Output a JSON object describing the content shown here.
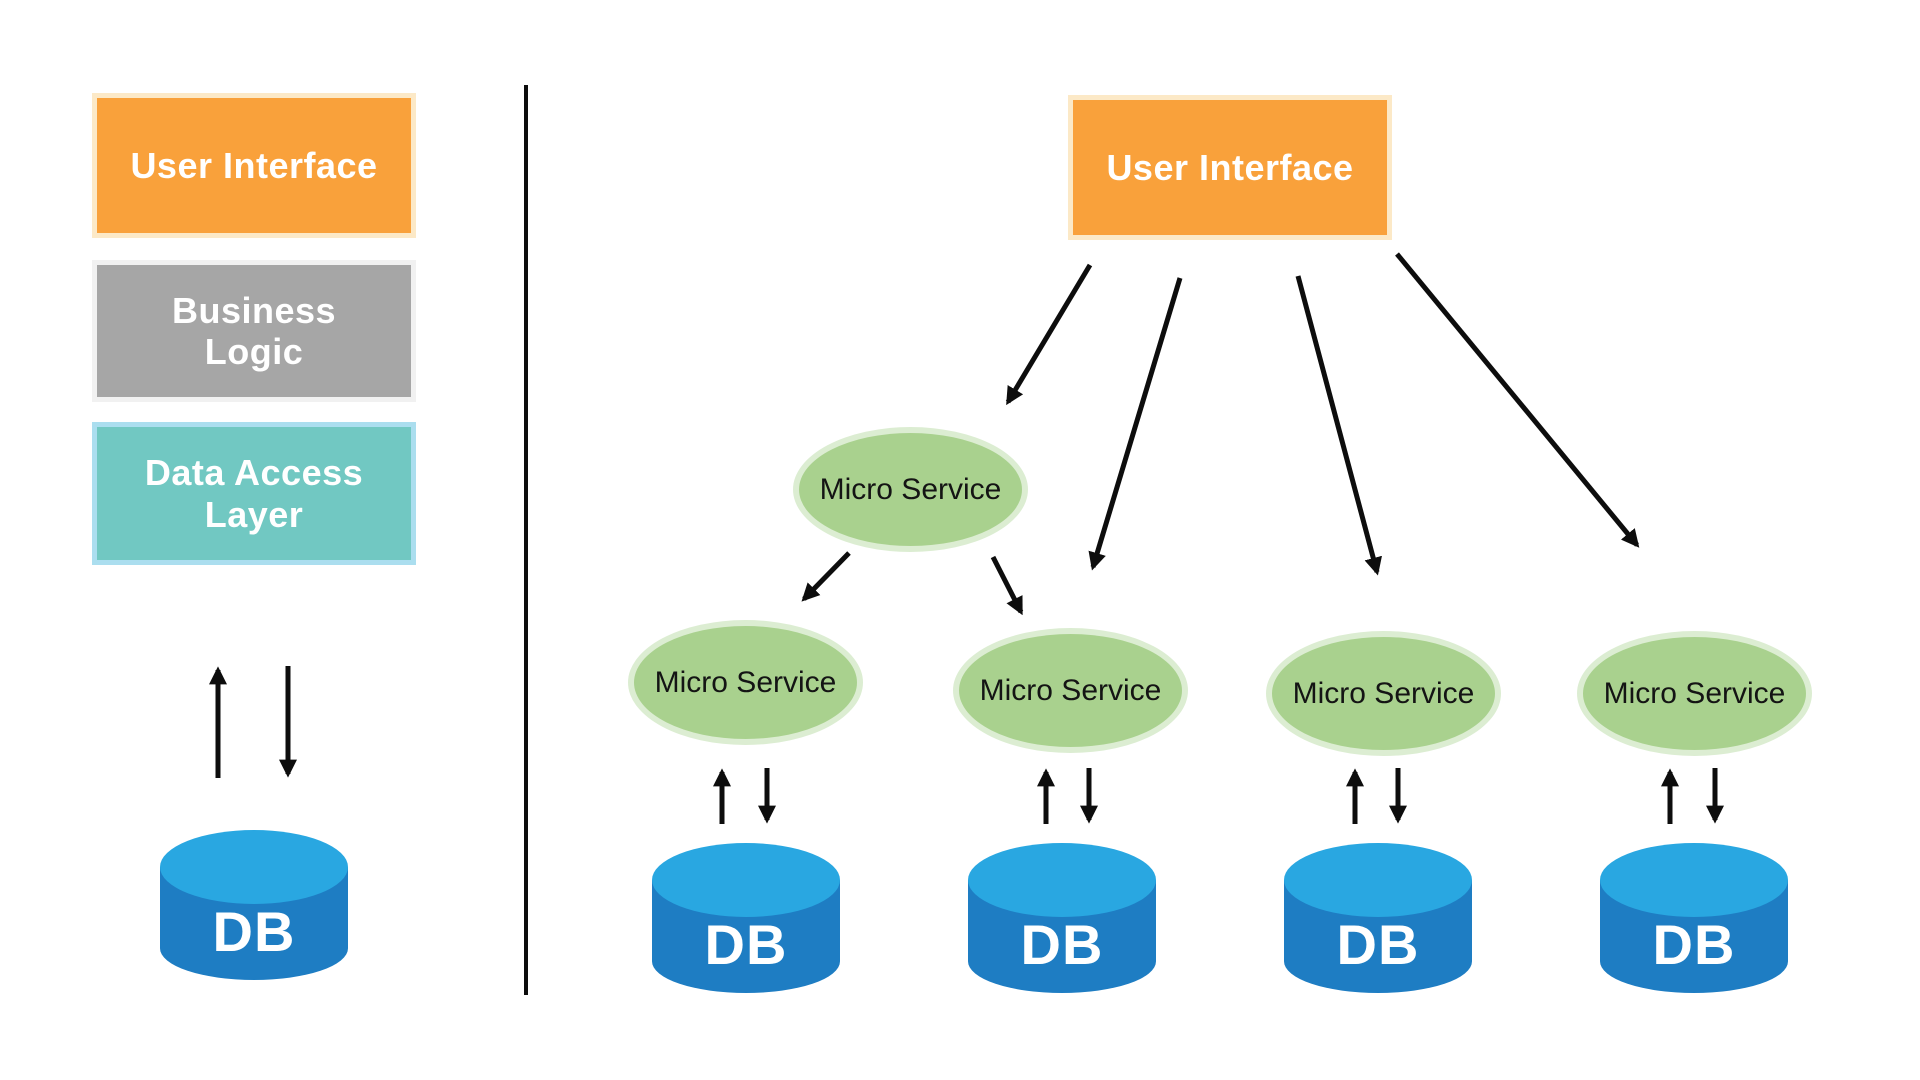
{
  "monolith": {
    "layers": [
      {
        "id": "user-interface",
        "label": "User Interface",
        "color": "#F9A13B"
      },
      {
        "id": "business-logic",
        "label": "Business\nLogic",
        "color": "#A6A6A6"
      },
      {
        "id": "data-access-layer",
        "label": "Data Access\nLayer",
        "color": "#71C8C2"
      }
    ],
    "database": {
      "label": "DB"
    }
  },
  "microservices": {
    "ui": {
      "label": "User Interface",
      "color": "#F9A13B"
    },
    "services": [
      {
        "label": "Micro Service"
      },
      {
        "label": "Micro Service"
      },
      {
        "label": "Micro Service"
      },
      {
        "label": "Micro Service"
      },
      {
        "label": "Micro Service"
      }
    ],
    "databases": [
      {
        "label": "DB"
      },
      {
        "label": "DB"
      },
      {
        "label": "DB"
      },
      {
        "label": "DB"
      }
    ]
  },
  "colors": {
    "ui_box": "#F9A13B",
    "ui_box_border": "#FCE9C7",
    "business_logic_box": "#A6A6A6",
    "business_logic_border": "#F1F1F1",
    "data_access_box": "#71C8C2",
    "data_access_border": "#ABDEEF",
    "service_ellipse": "#A9D18E",
    "service_ellipse_border": "#DCEDD2",
    "db_top": "#29A7E1",
    "db_body": "#1E7DC3",
    "arrow": "#0d0d0d"
  }
}
